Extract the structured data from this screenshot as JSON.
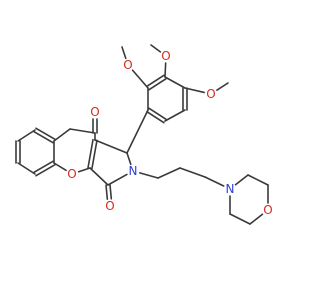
{
  "molecule": {
    "atom_labels": {
      "o_meo_top": "O",
      "o_meo_upper": "O",
      "o_meo_right": "O",
      "o_ketone": "O",
      "o_chromone": "O",
      "o_lactam": "O",
      "n_lactam": "N",
      "n_morpholine": "N",
      "o_morpholine": "O"
    },
    "colors": {
      "bond": "#3a3a3a",
      "oxygen": "#d62b1f",
      "nitrogen": "#2b3fd6",
      "background": "#ffffff"
    }
  }
}
